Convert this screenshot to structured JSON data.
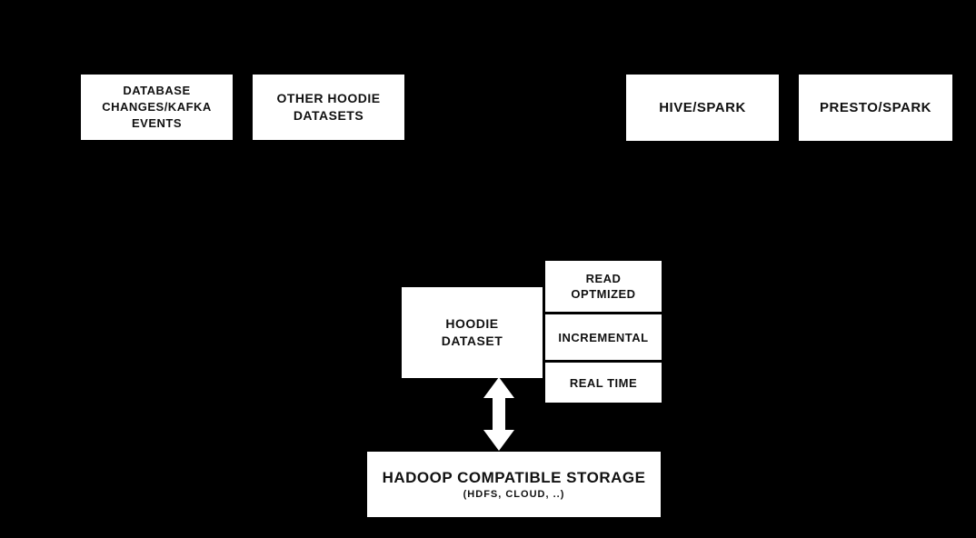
{
  "colors": {
    "background": "#000000",
    "node_fill": "#ffffff",
    "node_text": "#111111"
  },
  "nodes": {
    "database_changes": {
      "label": "DATABASE\nCHANGES/KAFKA\nEVENTS"
    },
    "other_hoodie_datasets": {
      "label": "OTHER HOODIE\nDATASETS"
    },
    "hive_spark": {
      "label": "HIVE/SPARK"
    },
    "presto_spark": {
      "label": "PRESTO/SPARK"
    },
    "hoodie_dataset": {
      "label": "HOODIE\nDATASET"
    },
    "hadoop_storage": {
      "title": "HADOOP COMPATIBLE STORAGE",
      "subtitle": "(HDFS, CLOUD, ..)"
    }
  },
  "views": [
    {
      "label": "READ\nOPTMIZED"
    },
    {
      "label": "INCREMENTAL"
    },
    {
      "label": "REAL TIME"
    }
  ],
  "icons": {
    "storage_link_arrow": "double-vertical-arrow"
  }
}
